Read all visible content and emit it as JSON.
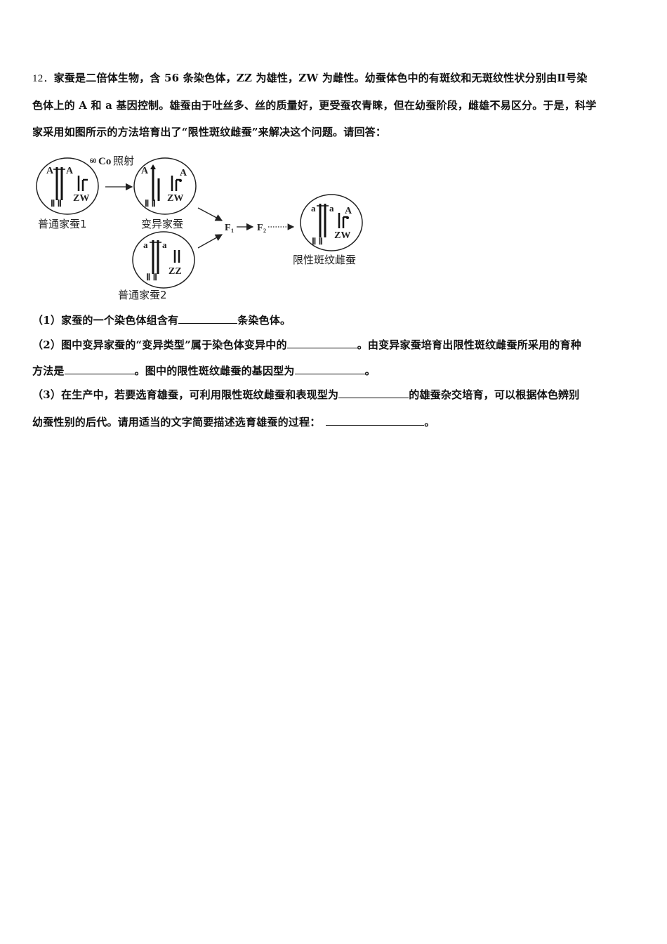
{
  "question": {
    "number": "12．",
    "stem_lines": [
      "家蚕是二倍体生物，含 56 条染色体，ZZ 为雄性，ZW 为雌性。幼蚕体色中的有斑纹和无斑纹性状分别由Ⅱ号染",
      "色体上的 A 和 a 基因控制。雄蚕由于吐丝多、丝的质量好，更受蚕农青睐，但在幼蚕阶段，雌雄不易区分。于是，科学",
      "家采用如图所示的方法培育出了“限性斑纹雌蚕”来解决这个问题。请回答："
    ]
  },
  "diagram": {
    "irradiation_label": "照射",
    "isotope_sup": "60",
    "isotope_el": "Co",
    "cells": [
      {
        "name": "普通家蚕1",
        "genes_left": "A",
        "genes_right": "A",
        "chrom_label": "Ⅱ Ⅱ",
        "sex_label": "ZW"
      },
      {
        "name": "变异家蚕",
        "genes_left": "A",
        "genes_right": "A",
        "chrom_label": "Ⅱ Ⅱ",
        "sex_label": "ZW"
      },
      {
        "name": "普通家蚕2",
        "genes_left": "a",
        "genes_right": "a",
        "chrom_label": "Ⅱ Ⅱ",
        "sex_label": "ZZ"
      },
      {
        "name": "限性斑纹雌蚕",
        "genes_left": "a",
        "genes_right": "a",
        "gene_w": "A",
        "chrom_label": "Ⅱ Ⅱ",
        "sex_label": "ZW"
      }
    ],
    "f1": "F",
    "f1_sub": "1",
    "f2": "F",
    "f2_sub": "2"
  },
  "sub_questions": {
    "q1": {
      "prefix": "（1）家蚕的一个染色体组含有",
      "suffix": "条染色体。"
    },
    "q2": {
      "line1_prefix": "（2）图中变异家蚕的“变异类型”属于染色体变异中的",
      "line1_suffix": "。由变异家蚕培育出限性斑纹雌蚕所采用的育种",
      "line2_prefix": "方法是",
      "line2_mid": "。图中的限性斑纹雌蚕的基因型为",
      "line2_suffix": "。"
    },
    "q3": {
      "line1_prefix": "（3）在生产中，若要选育雄蚕，可利用限性斑纹雌蚕和表现型为",
      "line1_suffix": "的雄蚕杂交培育，可以根据体色辨别",
      "line2_prefix": "幼蚕性别的后代。请用适当的文字简要描述选育雄蚕的过程：",
      "line2_suffix": "。"
    }
  }
}
